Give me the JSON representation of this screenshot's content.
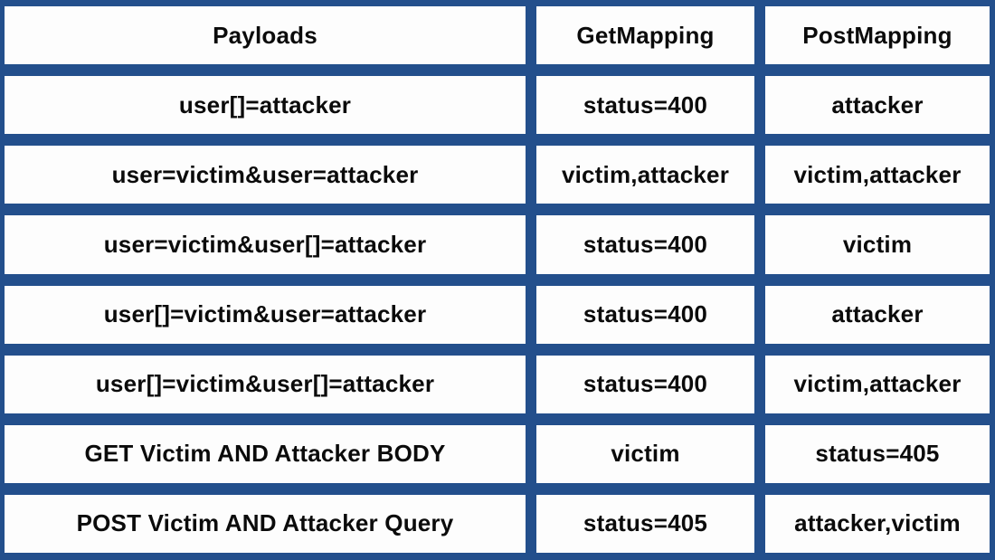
{
  "chart_data": {
    "type": "table",
    "columns": [
      "Payloads",
      "GetMapping",
      "PostMapping"
    ],
    "rows": [
      [
        "user[]=attacker",
        "status=400",
        "attacker"
      ],
      [
        "user=victim&user=attacker",
        "victim,attacker",
        "victim,attacker"
      ],
      [
        "user=victim&user[]=attacker",
        "status=400",
        "victim"
      ],
      [
        "user[]=victim&user=attacker",
        "status=400",
        "attacker"
      ],
      [
        "user[]=victim&user[]=attacker",
        "status=400",
        "victim,attacker"
      ],
      [
        "GET Victim AND Attacker BODY",
        "victim",
        "status=405"
      ],
      [
        "POST Victim AND Attacker Query",
        "status=405",
        "attacker,victim"
      ]
    ],
    "layout": {
      "grid": "3-columns-8-rows",
      "header_row": true
    }
  },
  "colors": {
    "background": "#234F8C",
    "cell_background": "#FDFDFD",
    "text": "#0B0B0B"
  }
}
